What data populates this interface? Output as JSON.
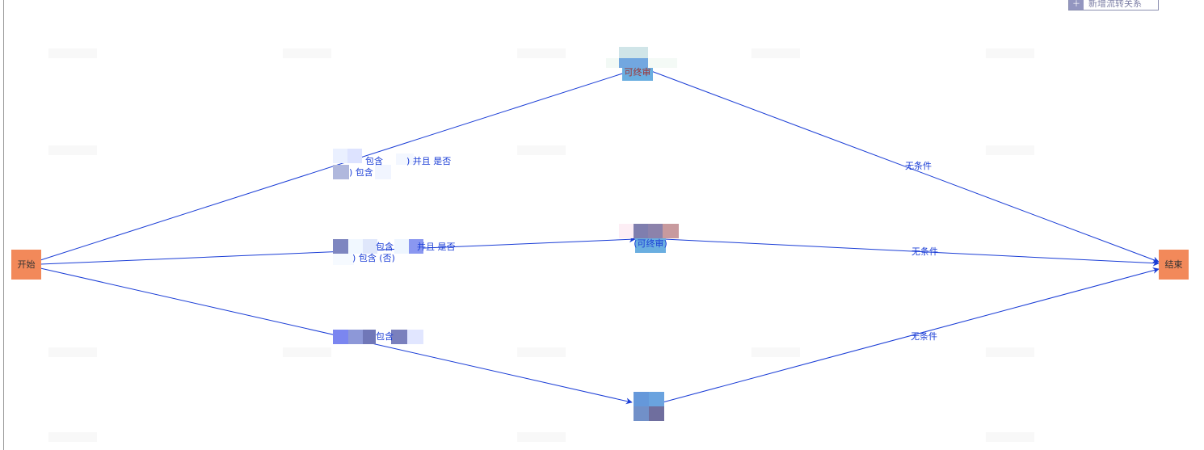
{
  "toolbar": {
    "add_relation_label": "新增流转关系"
  },
  "nodes": {
    "start": {
      "label": "开始"
    },
    "end": {
      "label": "结束"
    },
    "review_top": {
      "label": "可终审"
    },
    "review_mid": {
      "label": "(可终审)"
    },
    "review_bottom": {
      "label": ""
    }
  },
  "edges": {
    "start_to_top": {
      "line1": "包含 　　 ) 并且 是否",
      "line2": ") 包含"
    },
    "start_to_mid": {
      "line1": "包含 　　 并且 是否",
      "line2": ") 包含 (否)"
    },
    "start_to_bottom": {
      "line1": "包含"
    },
    "top_to_end": {
      "label": "无条件"
    },
    "mid_to_end": {
      "label": "无条件"
    },
    "bottom_to_end": {
      "label": "无条件"
    }
  },
  "colors": {
    "terminal_node": "#f2895a",
    "edge": "#1a3dd6",
    "review_node": "#6aaee0"
  }
}
